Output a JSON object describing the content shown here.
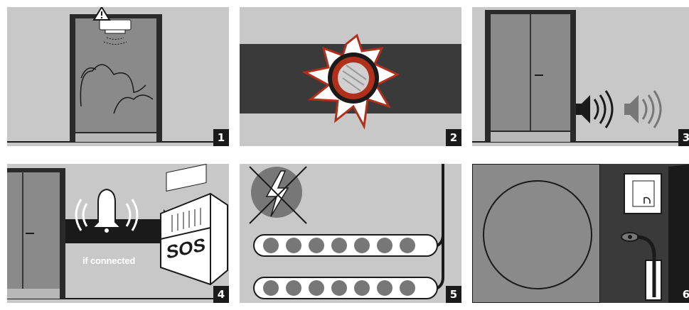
{
  "panels": [
    {
      "number": "1",
      "caption": ""
    },
    {
      "number": "2",
      "caption": ""
    },
    {
      "number": "3",
      "caption": ""
    },
    {
      "number": "4",
      "caption": "if connected",
      "sign": "SOS"
    },
    {
      "number": "5",
      "caption": ""
    },
    {
      "number": "6",
      "caption": ""
    }
  ],
  "colors": {
    "background": "#c8c8c8",
    "dark": "#1a1a1a",
    "cabinet": "#8a8a8a",
    "accent_red": "#b0301c",
    "accent_orange": "#e07a35"
  },
  "icons": [
    "smoke-detector-icon",
    "warning-triangle-icon",
    "smoke-icon",
    "wall-penetration-icon",
    "speaker-icon",
    "alarm-bell-icon",
    "building-icon",
    "lightning-icon",
    "crossed-out-icon",
    "power-strip-icon",
    "power-socket-icon",
    "fan-icon",
    "plug-icon"
  ]
}
